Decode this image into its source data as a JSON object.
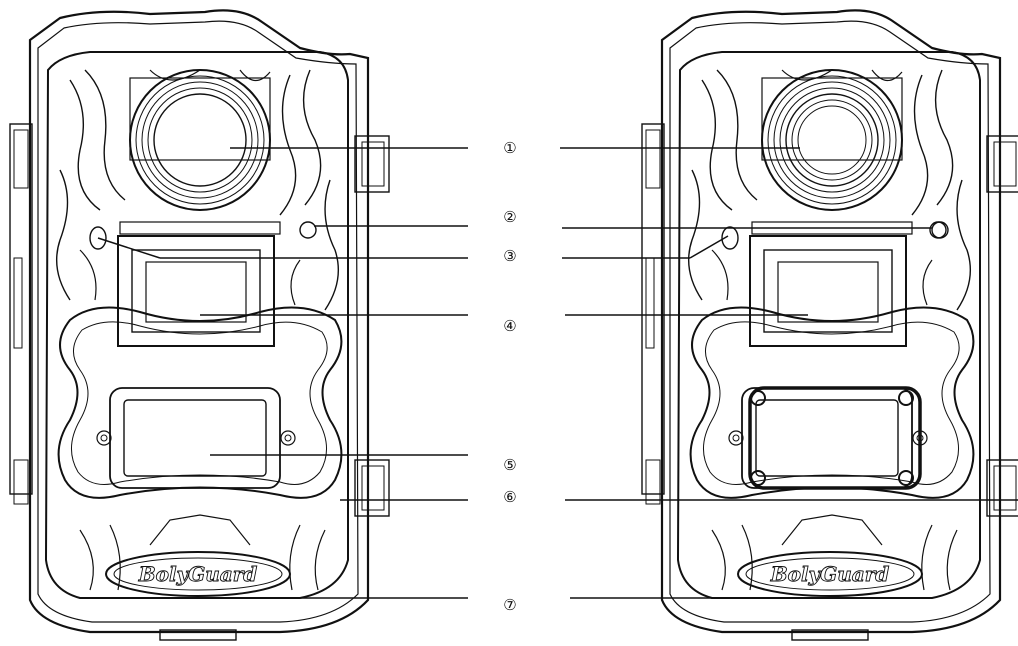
{
  "brand": "BolyGuard",
  "callouts": [
    {
      "id": "1",
      "label": "①"
    },
    {
      "id": "2",
      "label": "②"
    },
    {
      "id": "3",
      "label": "③"
    },
    {
      "id": "4",
      "label": "④"
    },
    {
      "id": "5",
      "label": "⑤"
    },
    {
      "id": "6",
      "label": "⑥"
    },
    {
      "id": "7",
      "label": "⑦"
    }
  ],
  "colors": {
    "ink": "#111111",
    "paper": "#ffffff"
  }
}
